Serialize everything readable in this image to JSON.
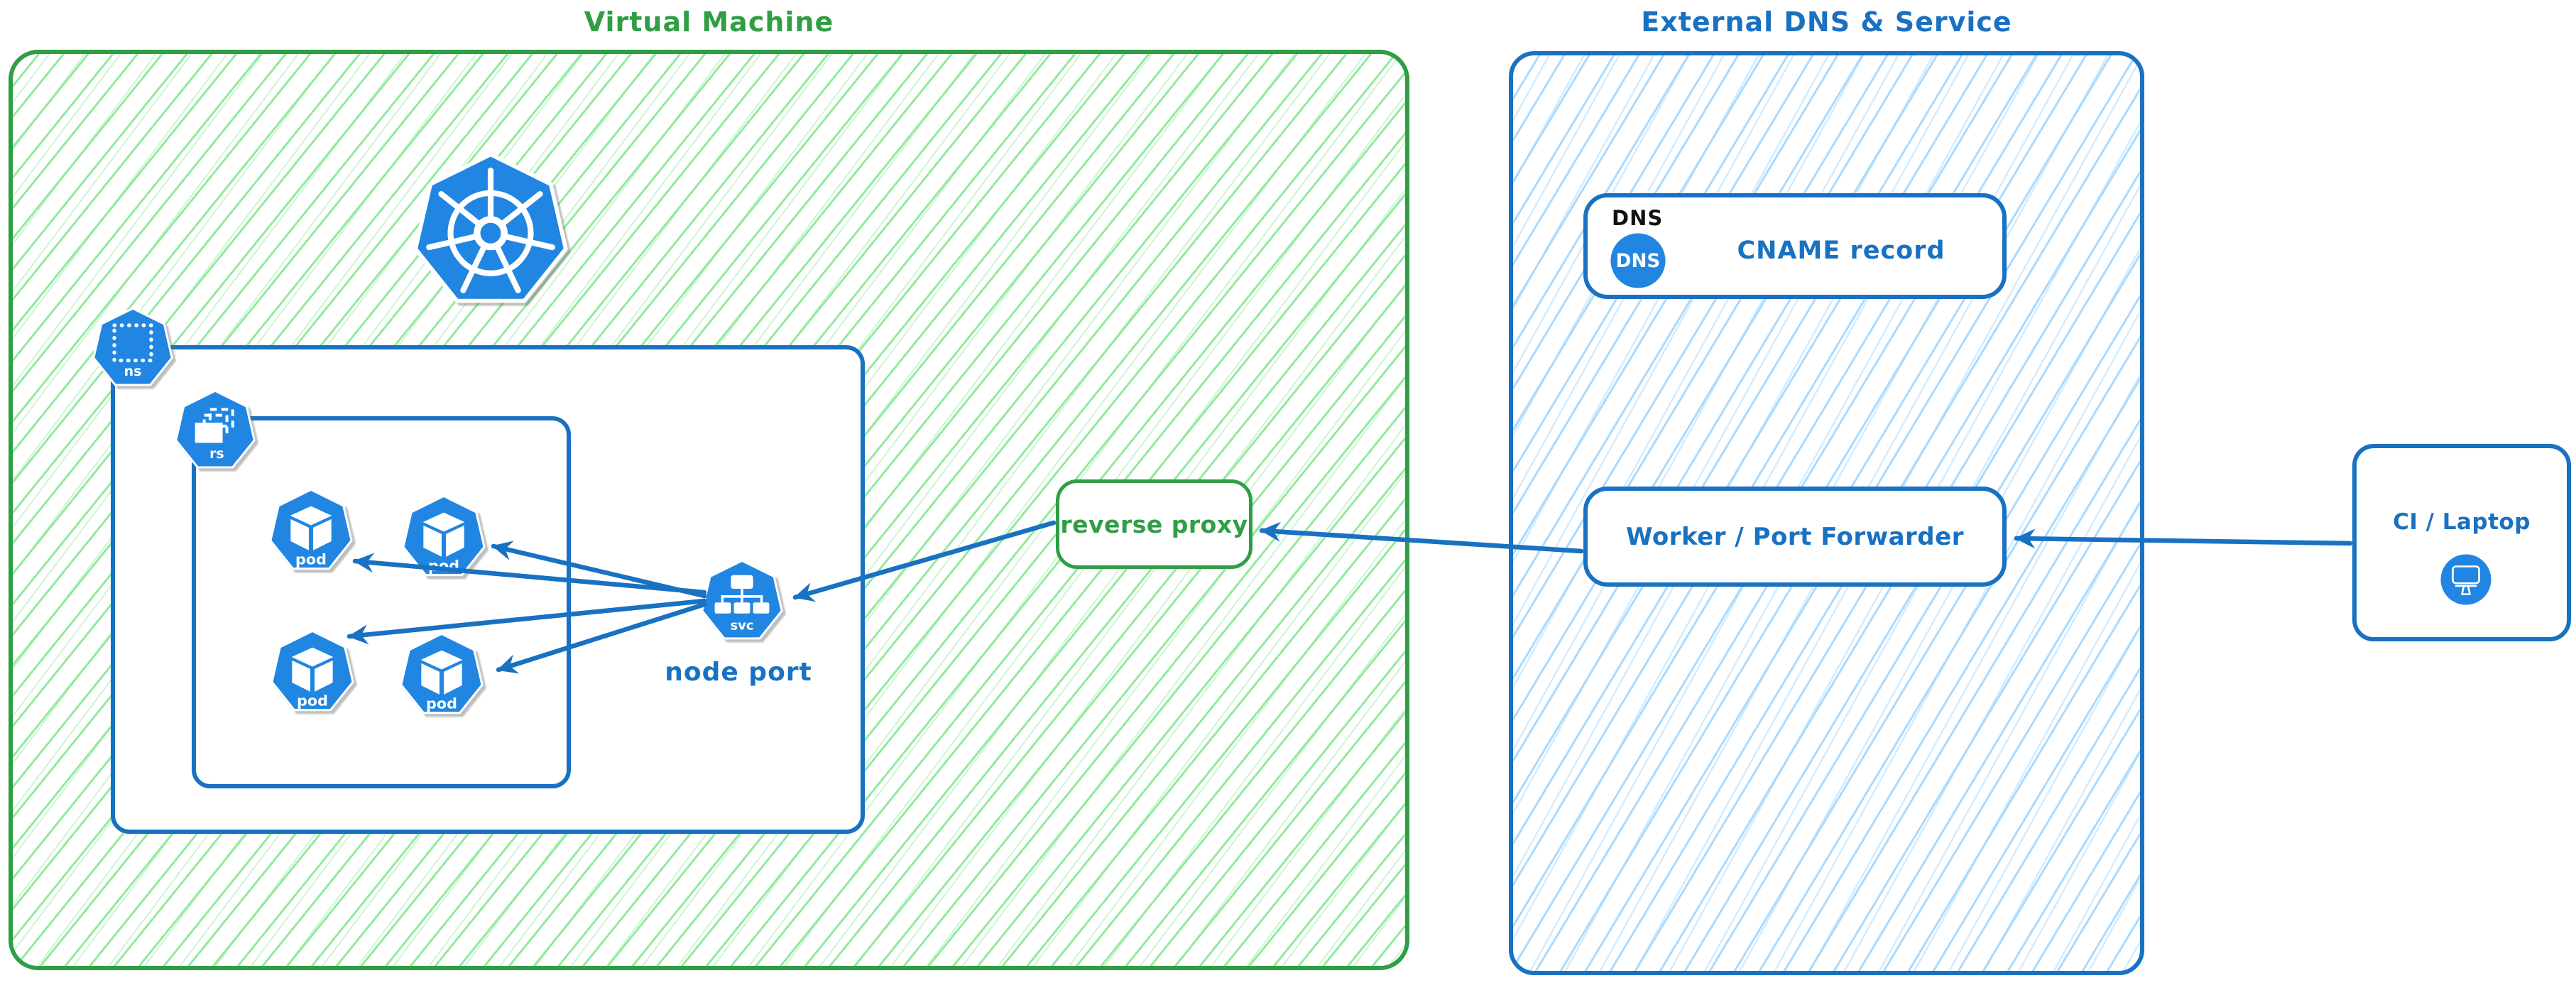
{
  "diagram": {
    "vm": {
      "title": "Virtual Machine",
      "node_port_label": "node port",
      "reverse_proxy_label": "reverse proxy",
      "icons": {
        "kubernetes": "kubernetes-logo",
        "namespace_label": "ns",
        "replicaset_label": "rs",
        "pod_label": "pod",
        "service_label": "svc"
      }
    },
    "external": {
      "title": "External DNS & Service",
      "dns_card": {
        "tag": "DNS",
        "icon_text": "DNS",
        "record_label": "CNAME record"
      },
      "worker_label": "Worker / Port Forwarder"
    },
    "client": {
      "label": "CI / Laptop"
    },
    "colors": {
      "green_stroke": "#2f9e44",
      "green_hatch": "#8ce99a",
      "blue_stroke": "#1971c2",
      "blue_hatch": "#a5d8ff",
      "icon_blue": "#2186e2"
    }
  }
}
